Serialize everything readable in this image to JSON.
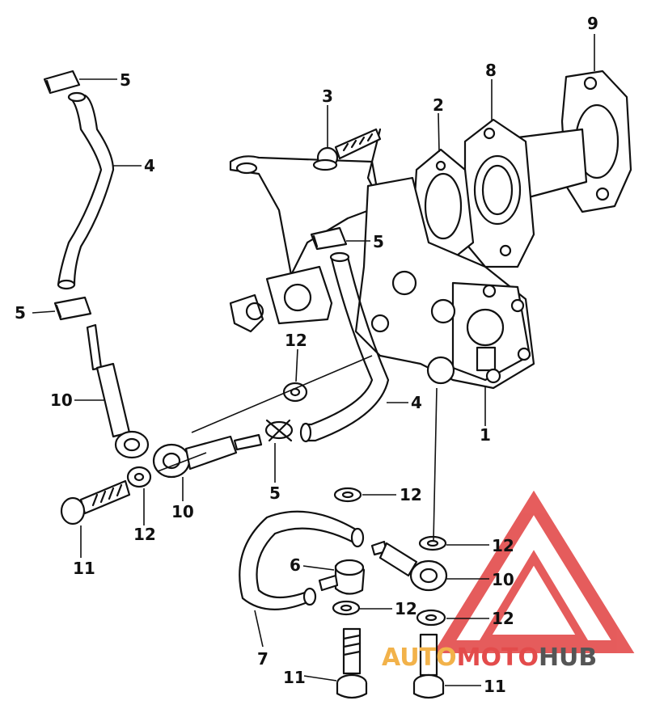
{
  "callouts": {
    "c1": "1",
    "c2": "2",
    "c3": "3",
    "c4a": "4",
    "c4b": "4",
    "c5a": "5",
    "c5b": "5",
    "c5c": "5",
    "c5d": "5",
    "c6": "6",
    "c7": "7",
    "c8": "8",
    "c9": "9",
    "c10a": "10",
    "c10b": "10",
    "c10c": "10",
    "c11a": "11",
    "c11b": "11",
    "c11c": "11",
    "c12a": "12",
    "c12b": "12",
    "c12c": "12",
    "c12d": "12",
    "c12e": "12",
    "c12f": "12"
  },
  "watermark": {
    "part1": "AUTO",
    "part2": "MOTO",
    "part3": "HUB",
    "colors": {
      "auto": "#f2b24a",
      "moto": "#e34b4b",
      "hub": "#555555",
      "triangle": "#e34b4b"
    }
  }
}
